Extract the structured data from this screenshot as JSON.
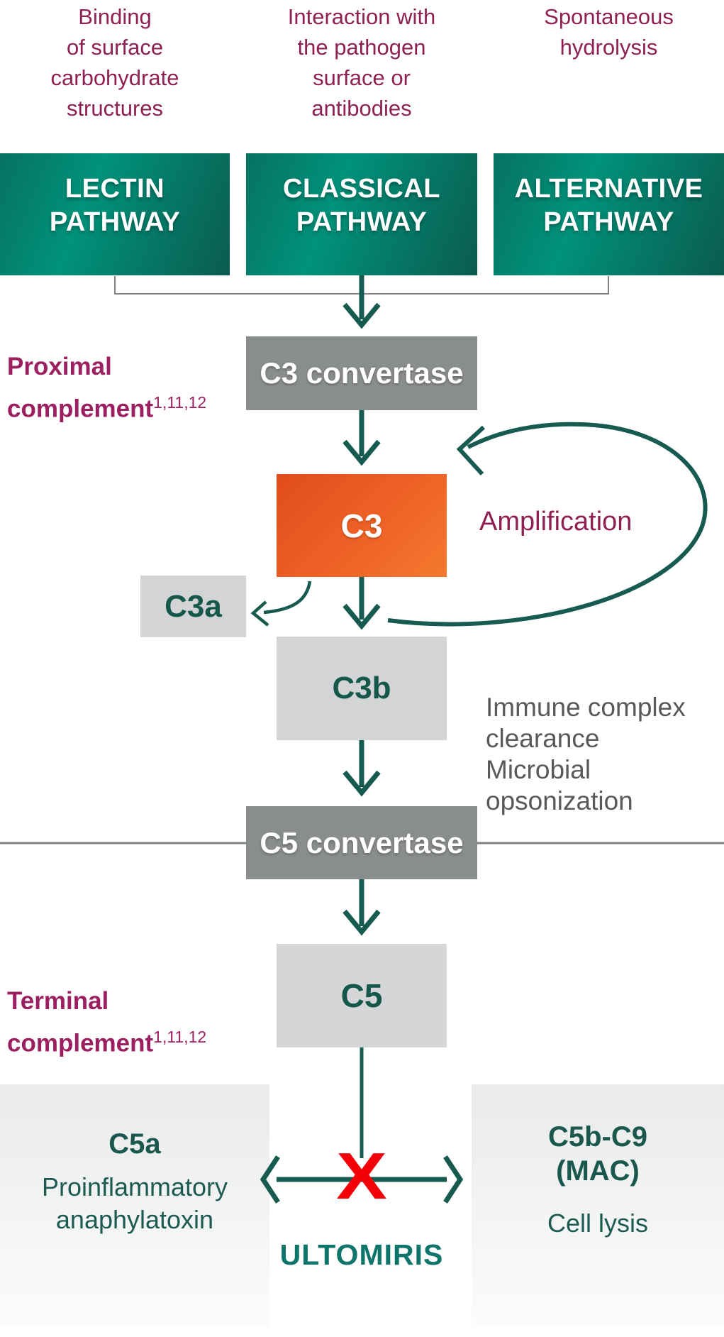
{
  "colors": {
    "maroon_text": "#8e2152",
    "maroon_bold_label": "#9c2060",
    "teal_arrow": "#175a50",
    "teal_node_text": "#16574b",
    "teal_drug": "#0e756a",
    "pathway_gradient_start": "#00927a",
    "pathway_gradient_end": "#0b5b4f",
    "convertase_gray": "#8a8d8e",
    "node_gray": "#d2d4d5",
    "orange_start": "#e04c1c",
    "orange_end": "#f3792f",
    "note_gray": "#58595b",
    "divider_gray": "#7e8183",
    "block_red": "#f50008"
  },
  "pathways": [
    {
      "header_lines": [
        "Binding",
        "of surface",
        "carbohydrate",
        "structures"
      ],
      "label_lines": [
        "LECTIN",
        "PATHWAY"
      ]
    },
    {
      "header_lines": [
        "Interaction with",
        "the pathogen",
        "surface or",
        "antibodies"
      ],
      "label_lines": [
        "CLASSICAL",
        "PATHWAY"
      ]
    },
    {
      "header_lines": [
        "Spontaneous",
        "hydrolysis",
        "",
        ""
      ],
      "label_lines": [
        "ALTERNATIVE",
        "PATHWAY"
      ]
    }
  ],
  "stages": {
    "proximal_label": {
      "line1": "Proximal",
      "line2": "complement",
      "superscript": "1,11,12"
    },
    "terminal_label": {
      "line1": "Terminal",
      "line2": "complement",
      "superscript": "1,11,12"
    },
    "c3_convertase": "C3 convertase",
    "c3": "C3",
    "c3a": "C3a",
    "c3b": "C3b",
    "c5_convertase": "C5 convertase",
    "c5": "C5",
    "amplification": "Amplification"
  },
  "annotations": {
    "c3b_effects": [
      "Immune complex",
      "clearance",
      "Microbial",
      "opsonization"
    ]
  },
  "outcomes": {
    "c5a": {
      "title": "C5a",
      "desc_lines": [
        "Proinflammatory",
        "anaphylatoxin"
      ]
    },
    "mac": {
      "title_lines": [
        "C5b-C9",
        "(MAC)"
      ],
      "desc": "Cell lysis"
    },
    "drug": "ULTOMIRIS",
    "block_symbol": "X"
  }
}
